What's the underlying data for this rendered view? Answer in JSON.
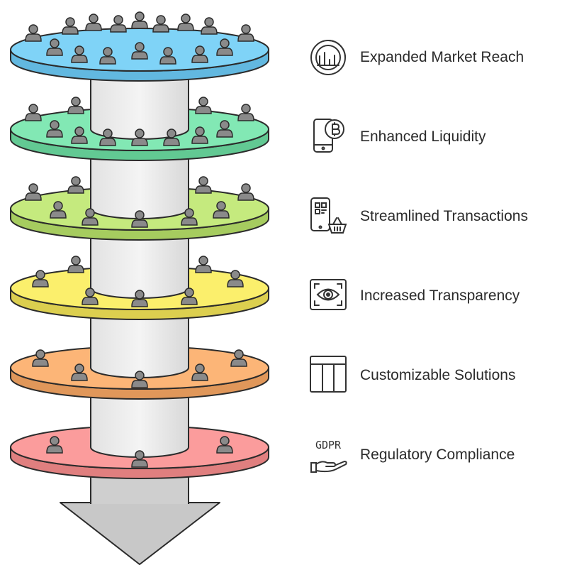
{
  "tiers": [
    {
      "label": "Expanded Market Reach",
      "color": "#7fd3f7",
      "side": "#62b8e0",
      "icon": "globe-chart-icon"
    },
    {
      "label": "Enhanced Liquidity",
      "color": "#82e8b4",
      "side": "#62c993",
      "icon": "phone-bitcoin-icon"
    },
    {
      "label": "Streamlined Transactions",
      "color": "#c5ea7e",
      "side": "#a6cc5f",
      "icon": "qr-phone-basket-icon"
    },
    {
      "label": "Increased Transparency",
      "color": "#fbef6c",
      "side": "#dccf4f",
      "icon": "eye-scan-icon"
    },
    {
      "label": "Customizable Solutions",
      "color": "#fcb577",
      "side": "#e0975a",
      "icon": "layout-grid-icon"
    },
    {
      "label": "Regulatory Compliance",
      "color": "#fb9c9c",
      "side": "#e07f7f",
      "icon": "gdpr-hand-icon"
    }
  ],
  "icon_text": {
    "gdpr": "GDPR"
  },
  "arrow_color": "#c8c8c8",
  "person_color": "#8a8a8a"
}
